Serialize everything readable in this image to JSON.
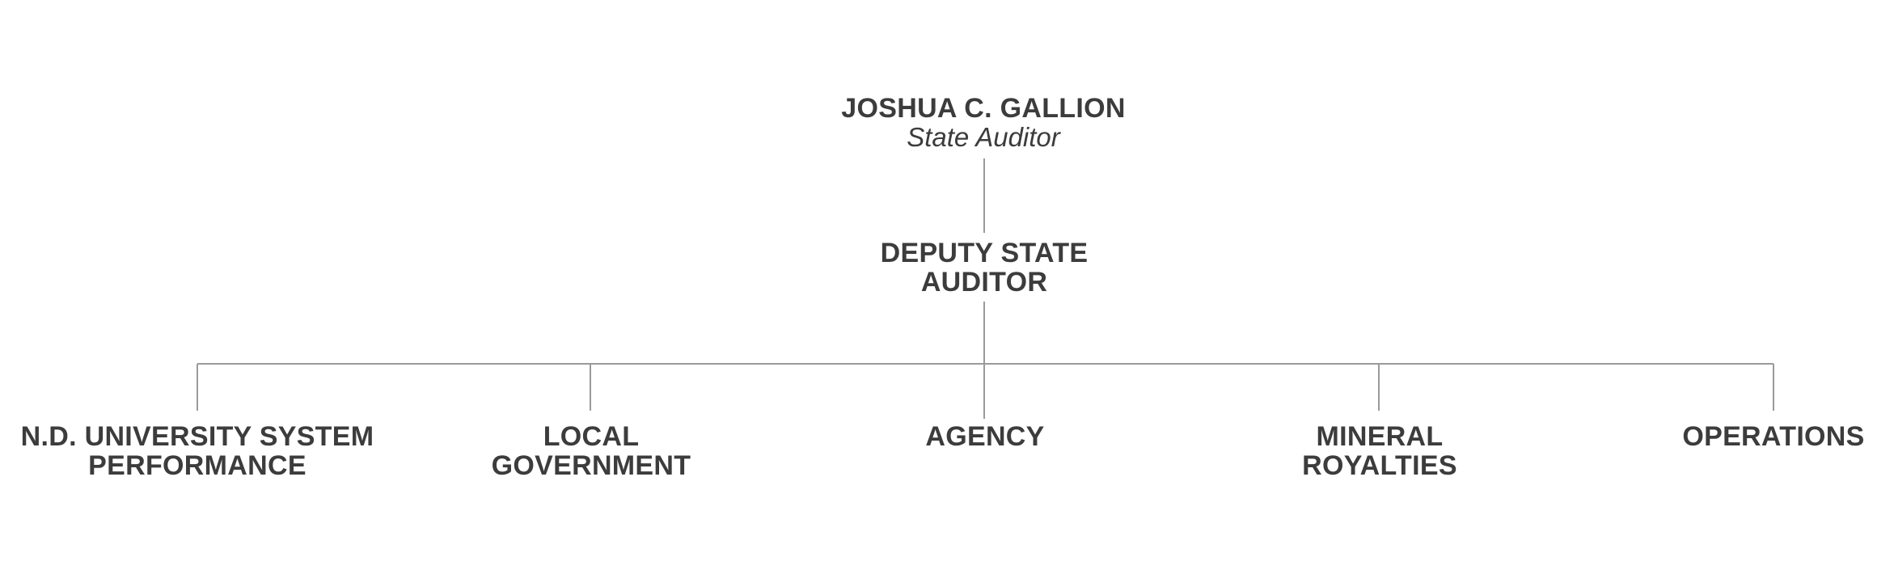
{
  "org_chart": {
    "head": {
      "name": "JOSHUA C. GALLION",
      "title": "State Auditor"
    },
    "deputy": {
      "line1": "DEPUTY STATE",
      "line2": "AUDITOR"
    },
    "divisions": [
      {
        "line1": "N.D. UNIVERSITY SYSTEM",
        "line2": "PERFORMANCE"
      },
      {
        "line1": "LOCAL",
        "line2": "GOVERNMENT"
      },
      {
        "line1": "AGENCY",
        "line2": ""
      },
      {
        "line1": "MINERAL",
        "line2": "ROYALTIES"
      },
      {
        "line1": "OPERATIONS",
        "line2": ""
      }
    ],
    "line_color": "#9a9a9a",
    "text_color": "#3c3c3c"
  }
}
